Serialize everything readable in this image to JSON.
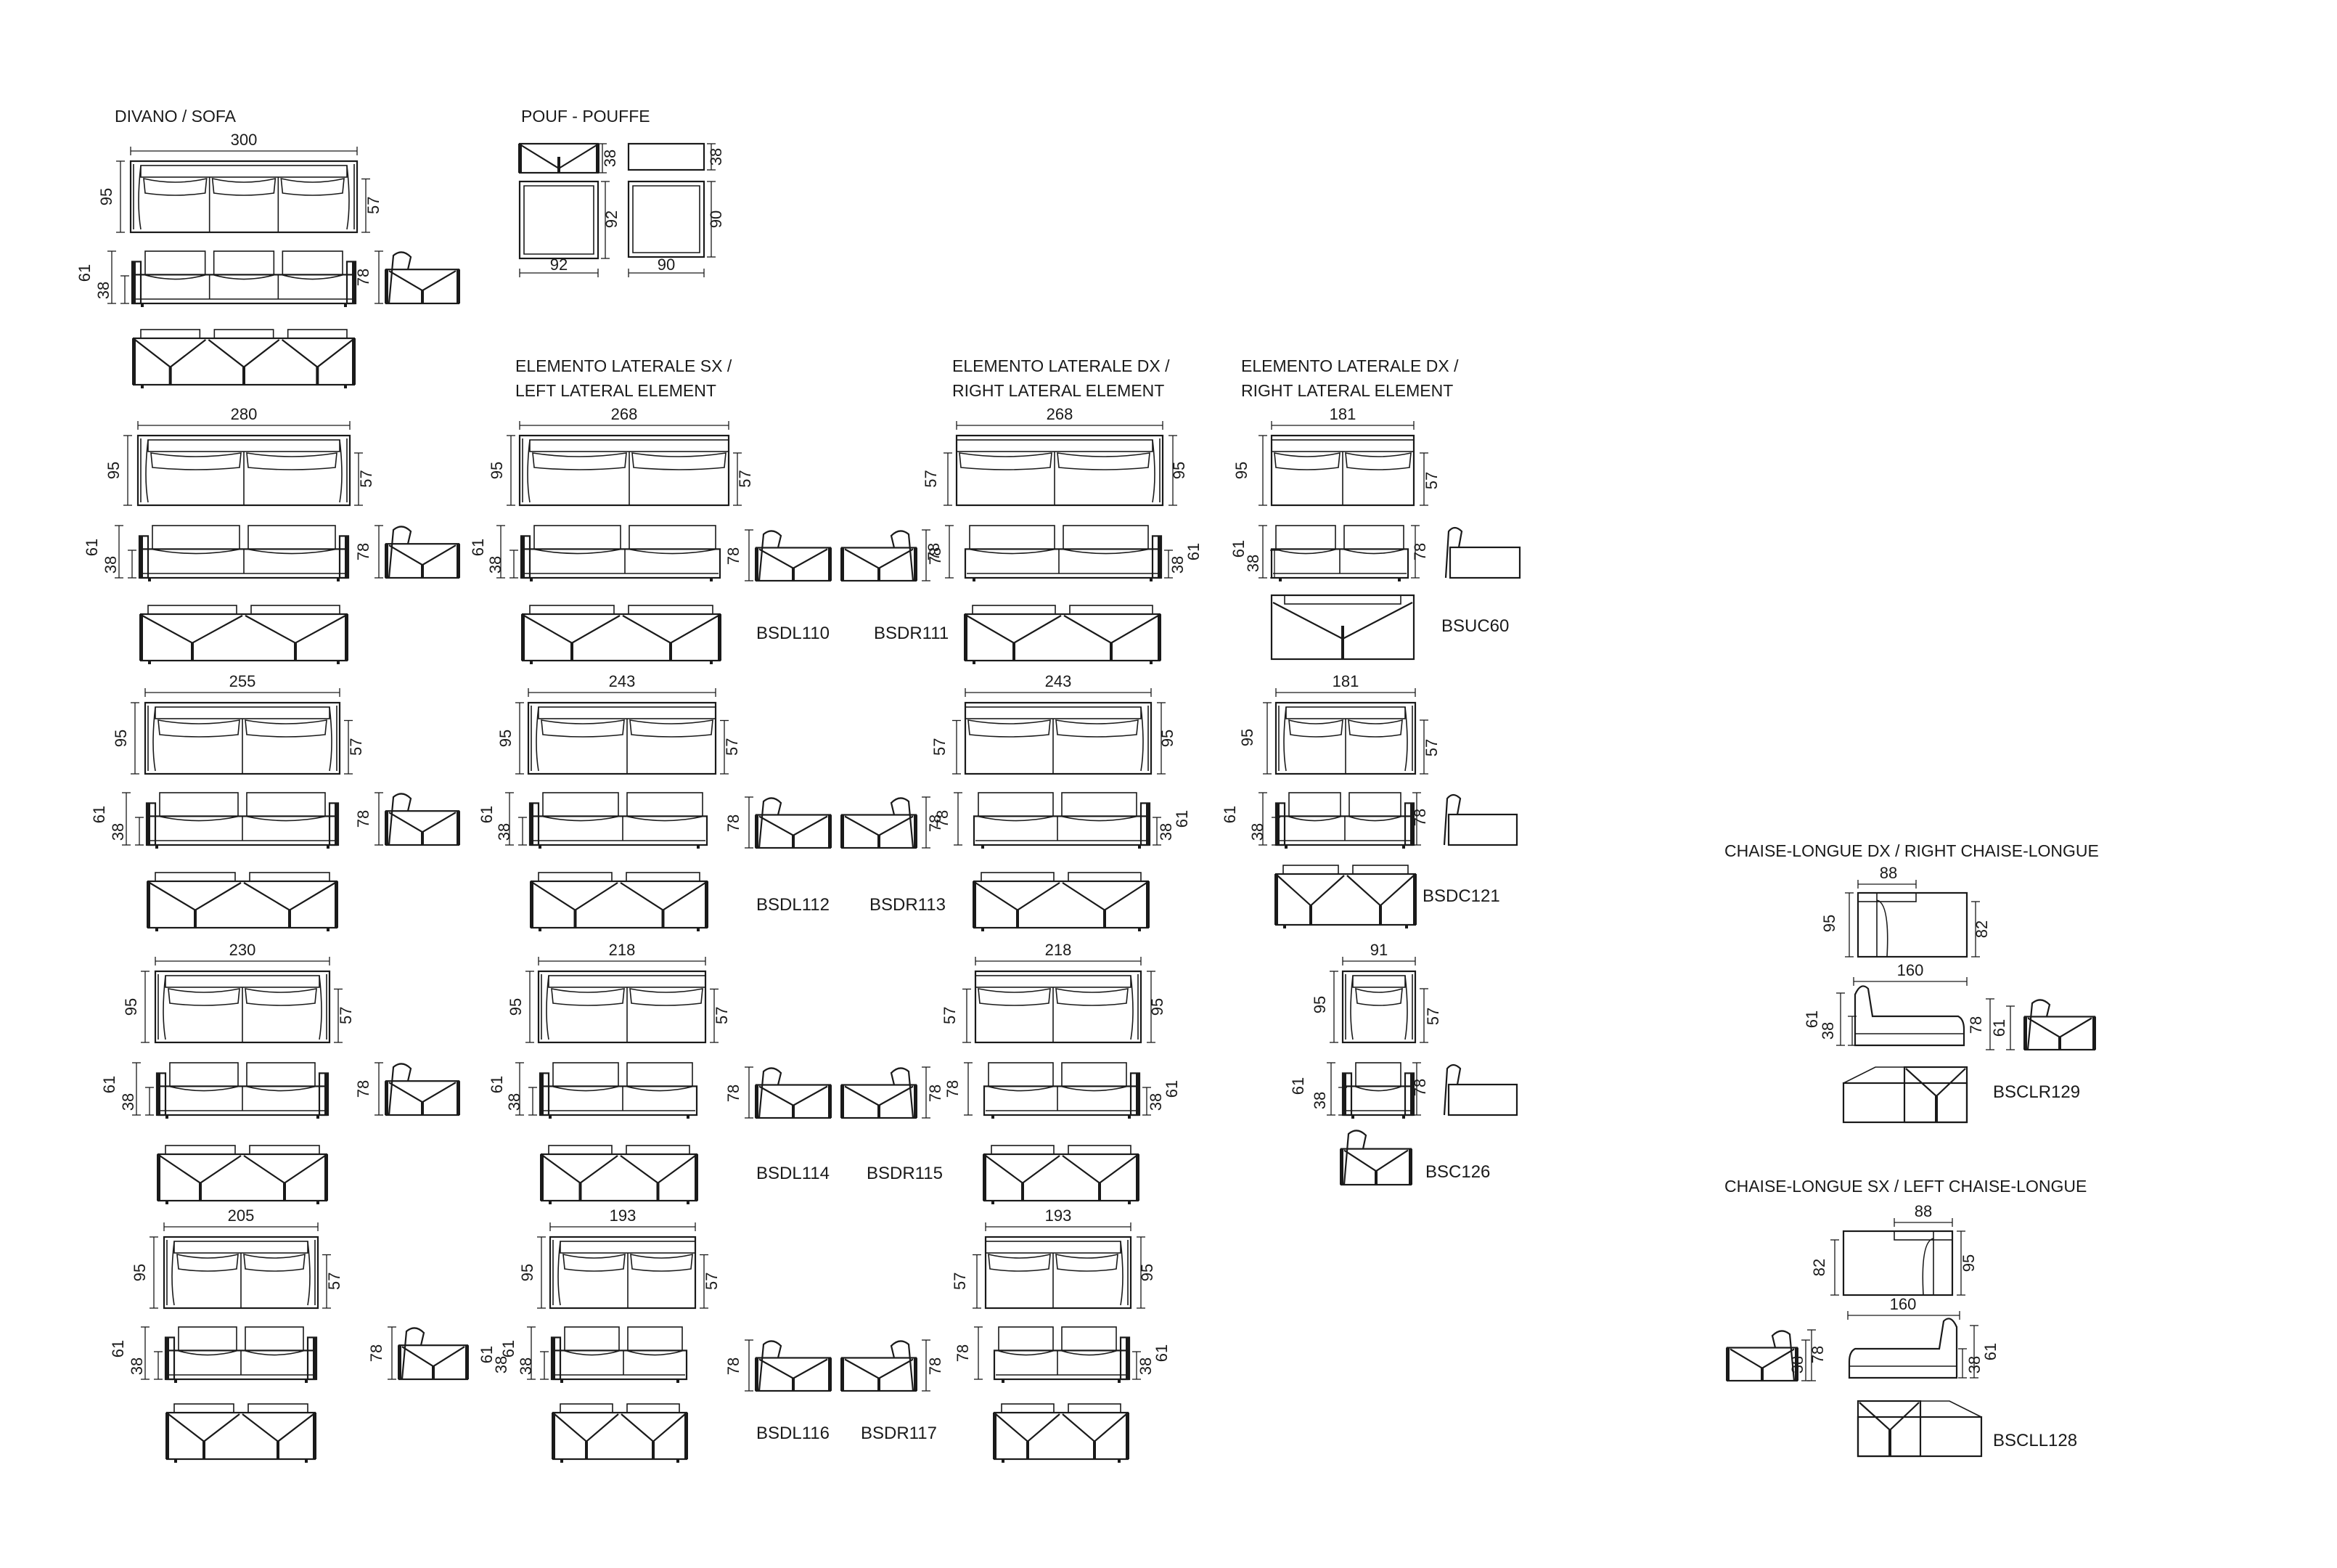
{
  "colors": {
    "line": "#1a1a1a",
    "background": "#ffffff"
  },
  "titles": {
    "sofa": "DIVANO / SOFA",
    "pouf": "POUF - POUFFE",
    "left_lateral_1": "ELEMENTO LATERALE SX /",
    "left_lateral_2": "LEFT LATERAL ELEMENT",
    "right_lateral_1": "ELEMENTO LATERALE DX /",
    "right_lateral_2": "RIGHT LATERAL ELEMENT",
    "right_lateral_b1": "ELEMENTO LATERALE DX /",
    "right_lateral_b2": "RIGHT LATERAL ELEMENT",
    "chaise_right": "CHAISE-LONGUE DX / RIGHT CHAISE-LONGUE",
    "chaise_left": "CHAISE-LONGUE SX / LEFT CHAISE-LONGUE"
  },
  "dims": {
    "d300": "300",
    "d280": "280",
    "d255": "255",
    "d230": "230",
    "d205": "205",
    "d268": "268",
    "d243": "243",
    "d218": "218",
    "d193": "193",
    "d181": "181",
    "d91": "91",
    "d92": "92",
    "d90": "90",
    "d88": "88",
    "d160": "160",
    "d95": "95",
    "d57": "57",
    "d61": "61",
    "d38": "38",
    "d78": "78",
    "d82": "82"
  },
  "codes": {
    "bsdl110": "BSDL110",
    "bsdr111": "BSDR111",
    "bsuc60": "BSUC60",
    "bsdl112": "BSDL112",
    "bsdr113": "BSDR113",
    "bsdc121": "BSDC121",
    "bsdl114": "BSDL114",
    "bsdr115": "BSDR115",
    "bsc126": "BSC126",
    "bsdl116": "BSDL116",
    "bsdr117": "BSDR117",
    "bsclr129": "BSCLR129",
    "bscll128": "BSCLL128"
  }
}
